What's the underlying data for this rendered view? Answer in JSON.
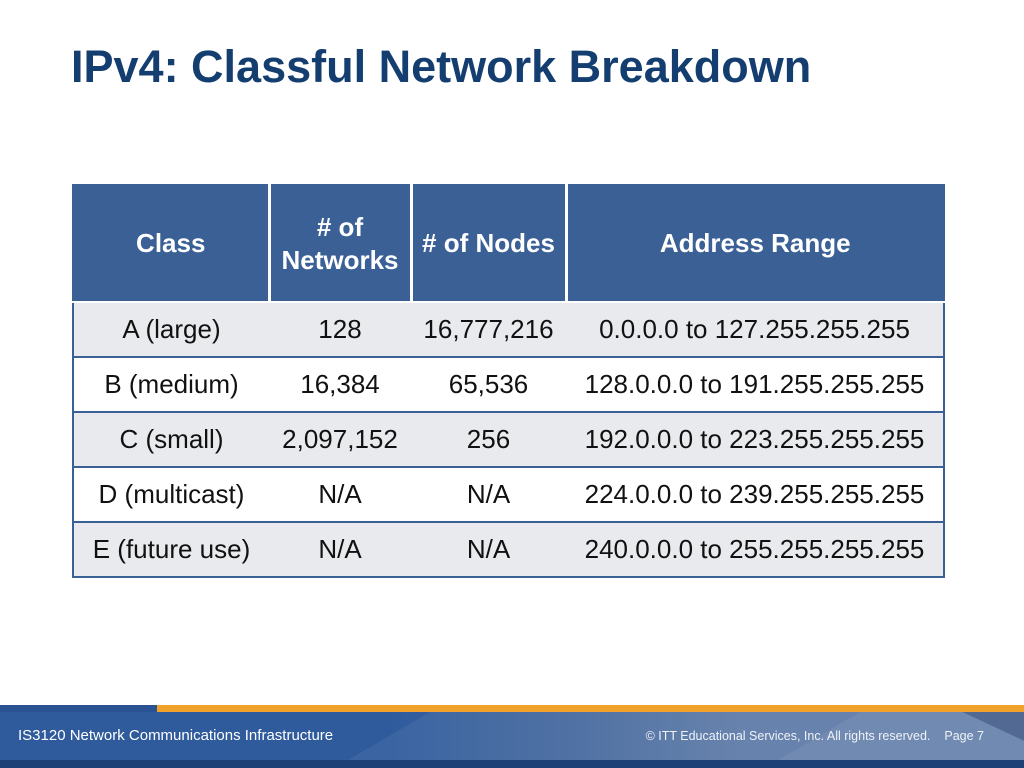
{
  "slide": {
    "title": "IPv4: Classful Network Breakdown"
  },
  "table": {
    "columns": [
      "Class",
      "# of Networks",
      "# of Nodes",
      "Address Range"
    ],
    "rows": [
      [
        "A (large)",
        "128",
        "16,777,216",
        "0.0.0.0 to 127.255.255.255"
      ],
      [
        "B (medium)",
        "16,384",
        "65,536",
        "128.0.0.0 to 191.255.255.255"
      ],
      [
        "C (small)",
        "2,097,152",
        "256",
        "192.0.0.0 to 223.255.255.255"
      ],
      [
        "D (multicast)",
        "N/A",
        "N/A",
        "224.0.0.0 to 239.255.255.255"
      ],
      [
        "E (future use)",
        "N/A",
        "N/A",
        "240.0.0.0 to 255.255.255.255"
      ]
    ]
  },
  "footer": {
    "course": "IS3120 Network Communications Infrastructure",
    "copyright": "© ITT Educational Services, Inc. All rights reserved.",
    "page": "Page 7"
  },
  "colors": {
    "title_text": "#153E70",
    "table_header_bg": "#3A6096",
    "table_header_text": "#FFFFFF",
    "table_row_alt_bg": "#E9EAED",
    "table_row_bg": "#FFFFFF",
    "table_border": "#3A6096",
    "footer_orange_stripe": "#F0A22A",
    "footer_band_left": "#2F5B9D",
    "footer_band_right": "#5E7BA7",
    "footer_bottom_strip": "#1D4076",
    "footer_text": "#FFFFFF"
  }
}
